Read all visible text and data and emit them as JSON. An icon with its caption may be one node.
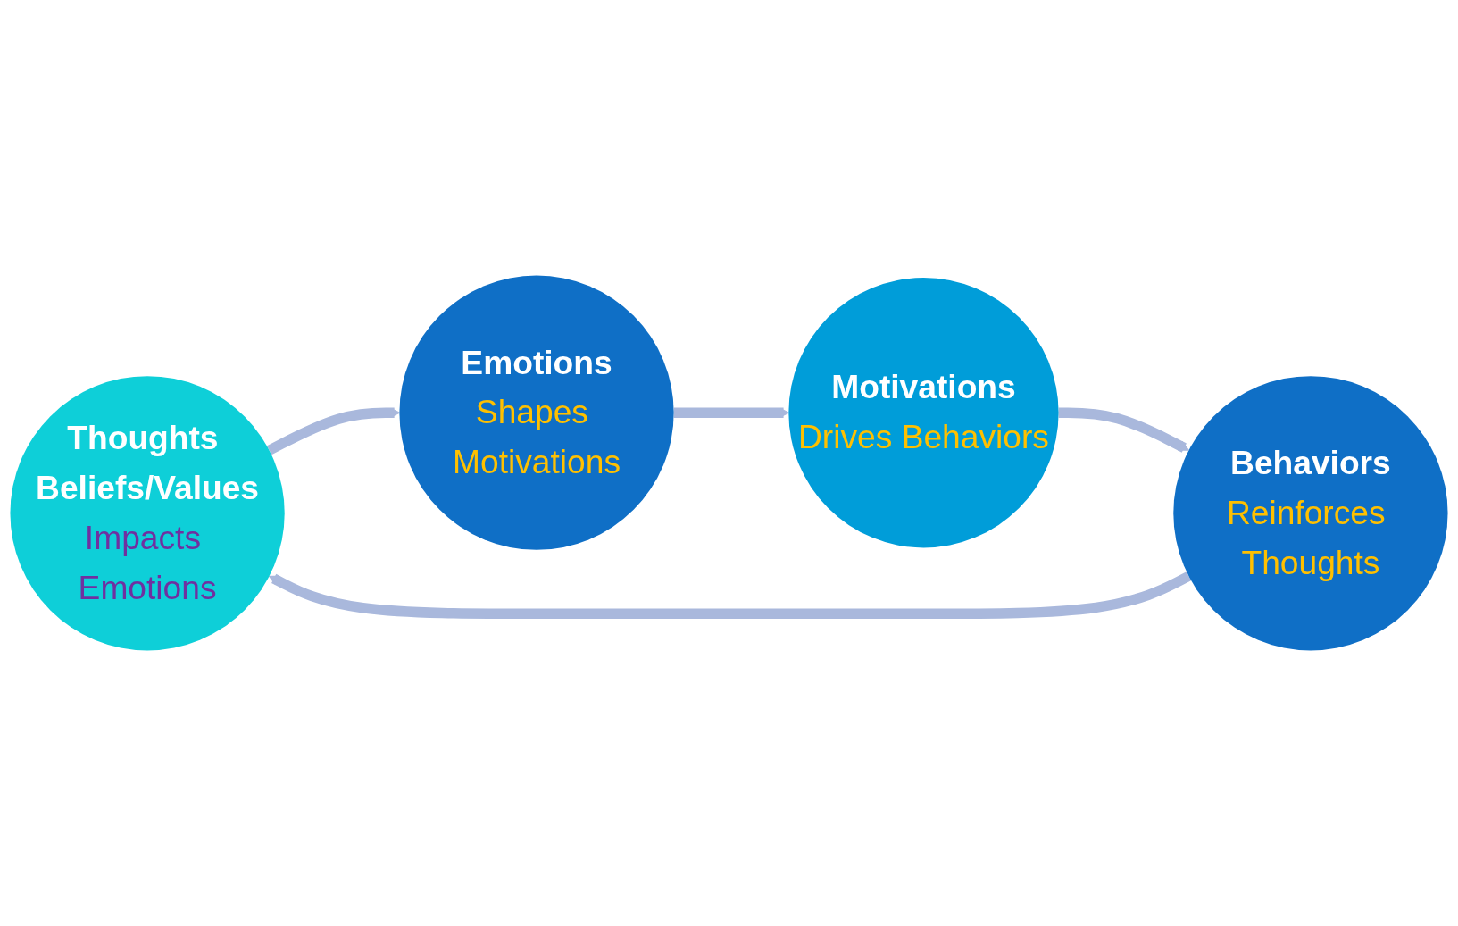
{
  "diagram": {
    "nodes": [
      {
        "text": [
          "Thoughts Beliefs/Values",
          "Impacts Emotions"
        ]
      },
      {
        "text": [
          "Behaviors",
          "Reinforces Thoughts"
        ]
      },
      {
        "text": [
          "Emotions",
          "Shapes Motivations"
        ]
      },
      {
        "text": [
          "Motivations",
          "Drives Behaviors"
        ]
      }
    ],
    "edges": [
      {
        "from": 0,
        "to": 2,
        "arrow": "to"
      },
      {
        "from": 2,
        "to": 3,
        "arrow": "to"
      },
      {
        "from": 3,
        "to": 1,
        "arrow": "to"
      },
      {
        "from": 1,
        "to": 0,
        "arrow": "to"
      }
    ]
  }
}
